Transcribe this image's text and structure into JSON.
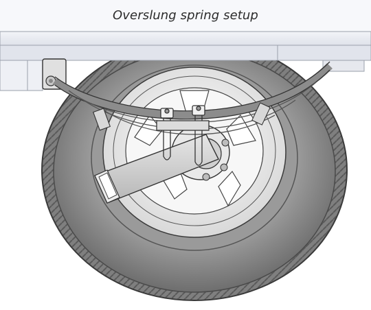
{
  "caption": "Overslung spring setup",
  "colors": {
    "tire": "#8a8a8a",
    "tire_dark": "#4d4d4d",
    "frame": "#e8ebf2",
    "frame_edge": "#9aa0ab",
    "spring": "#7d7d7d",
    "wheel": "#f4f4f4",
    "line": "#3a3a3a"
  },
  "icons": [
    "tire",
    "wheel-rim",
    "leaf-spring",
    "axle-tube",
    "u-bolt",
    "spring-hanger",
    "trailer-frame"
  ]
}
